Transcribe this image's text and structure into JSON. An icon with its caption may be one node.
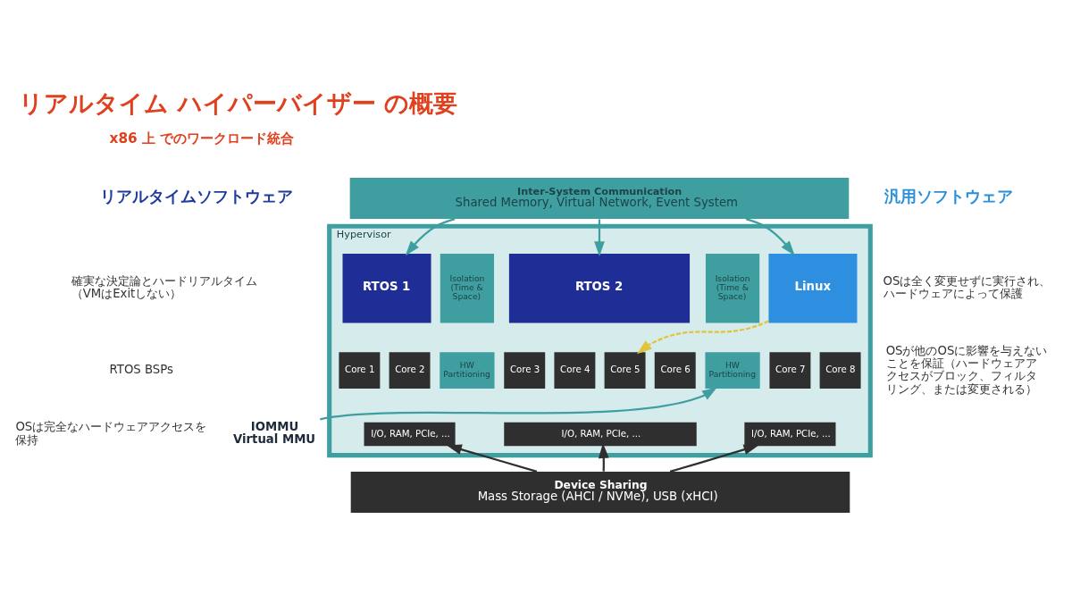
{
  "diagram": {
    "title": "リアルタイム ハイパーバイザー の概要",
    "nodes": [
      {
        "text": [
          "Inter-System Communication",
          "Shared Memory, Virtual Network, Event System"
        ]
      },
      {
        "text": [
          "Hypervisor"
        ]
      },
      {
        "text": [
          "RTOS 1"
        ],
        "in": 1
      },
      {
        "text": [
          "Isolation (Time & Space)"
        ],
        "in": 1
      },
      {
        "text": [
          "RTOS 2"
        ],
        "in": 1
      },
      {
        "text": [
          "Isolation (Time & Space)"
        ],
        "in": 1
      },
      {
        "text": [
          "Linux"
        ],
        "in": 1
      },
      {
        "text": [
          "Core 1"
        ],
        "in": 1
      },
      {
        "text": [
          "Core 2"
        ],
        "in": 1
      },
      {
        "text": [
          "HW Partitioning"
        ],
        "in": 1
      },
      {
        "text": [
          "Core 3"
        ],
        "in": 1
      },
      {
        "text": [
          "Core 4"
        ],
        "in": 1
      },
      {
        "text": [
          "Core 5"
        ],
        "in": 1
      },
      {
        "text": [
          "Core 6"
        ],
        "in": 1
      },
      {
        "text": [
          "HW Partitioning"
        ],
        "in": 1
      },
      {
        "text": [
          "Core 7"
        ],
        "in": 1
      },
      {
        "text": [
          "Core 8"
        ],
        "in": 1
      },
      {
        "text": [
          "I/O, RAM, PCIe, ..."
        ],
        "in": 1
      },
      {
        "text": [
          "I/O, RAM, PCIe, ..."
        ],
        "in": 1
      },
      {
        "text": [
          "I/O, RAM, PCIe, ..."
        ],
        "in": 1
      },
      {
        "text": [
          "Device Sharing",
          "Mass Storage (AHCI / NVMe), USB (xHCI)"
        ]
      },
      {
        "text": [
          "IOMMU Virtual MMU"
        ]
      }
    ],
    "edges": [
      {
        "from": 0,
        "to": 2,
        "arrow": "to"
      },
      {
        "from": 0,
        "to": 4,
        "arrow": "to"
      },
      {
        "from": 0,
        "to": 6,
        "arrow": "to"
      },
      {
        "from": 20,
        "to": 17,
        "arrow": "to",
        "color": "#2f2f2f"
      },
      {
        "from": 20,
        "to": 18,
        "arrow": "to",
        "color": "#2f2f2f"
      },
      {
        "from": 20,
        "to": 19,
        "arrow": "to",
        "color": "#2f2f2f"
      },
      {
        "from": 21,
        "to": 14,
        "arrow": "to"
      },
      {
        "from": 6,
        "to": 12,
        "arrow": "to",
        "style": "dashed",
        "color": "#e2c43a"
      }
    ],
    "labels": [
      "x86 上 でのワークロード統合",
      "リアルタイムソフトウェア",
      "確実な決定論とハードリアルタイム（VMはExitしない）",
      "RTOS BSPs",
      "OSは完全なハードウェアアクセスを保持",
      "汎用ソフトウェア",
      "OSは全く変更せずに実行され、ハードウェアによって保護",
      "OSが他のOSに影響を与えないことを保証（ハードウェアアクセスがブロック、フィルタリング、または変更される）"
    ]
  }
}
